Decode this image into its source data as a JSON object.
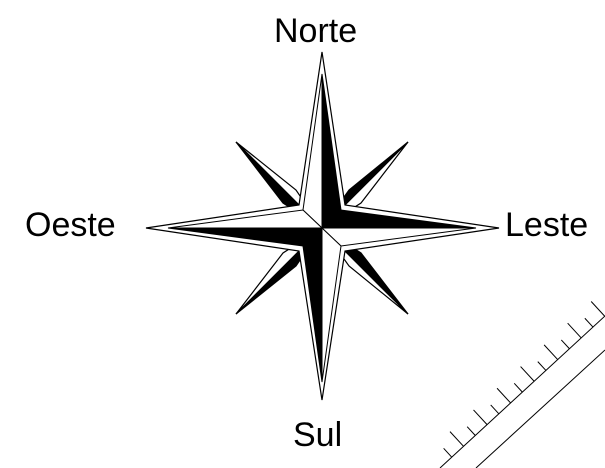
{
  "compass": {
    "north": "Norte",
    "south": "Sul",
    "east": "Leste",
    "west": "Oeste"
  },
  "colors": {
    "ink": "#000000",
    "paper": "#ffffff"
  },
  "icons": {
    "rose": "compass-rose-icon",
    "ruler": "ruler-icon"
  }
}
